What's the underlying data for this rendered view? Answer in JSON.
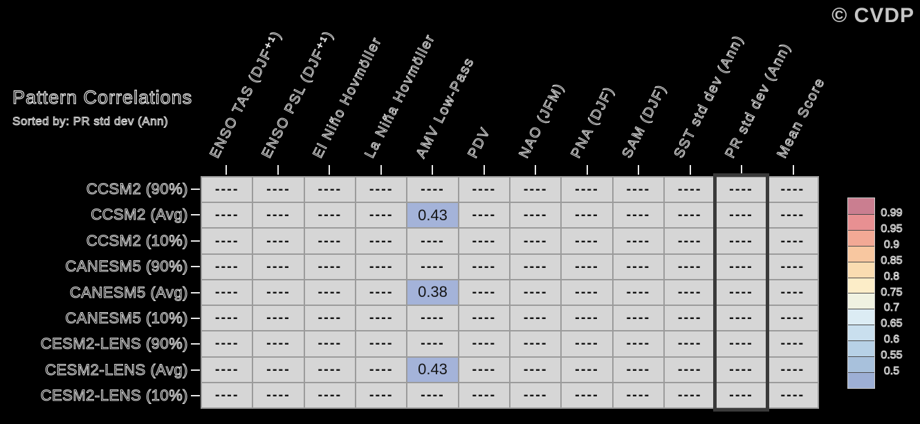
{
  "watermark": "© CVDP",
  "header": {
    "title": "Pattern Correlations",
    "subtitle": "Sorted by: PR std dev (Ann)"
  },
  "chart_data": {
    "type": "heatmap",
    "title": "Pattern Correlations",
    "subtitle": "Sorted by: PR std dev (Ann)",
    "columns": [
      "ENSO TAS (DJF⁺¹)",
      "ENSO PSL (DJF⁺¹)",
      "El Niño Hovmöller",
      "La Niña Hovmöller",
      "AMV Low-Pass",
      "PDV",
      "NAO (JFM)",
      "PNA (DJF)",
      "SAM (DJF)",
      "SST std dev (Ann)",
      "PR std dev (Ann)",
      "Mean Score"
    ],
    "rows": [
      "CCSM2 (90%)",
      "CCSM2 (Avg)",
      "CCSM2 (10%)",
      "CANESM5 (90%)",
      "CANESM5 (Avg)",
      "CANESM5 (10%)",
      "CESM2-LENS (90%)",
      "CESM2-LENS (Avg)",
      "CESM2-LENS (10%)"
    ],
    "missing_text": "----",
    "values": [
      [
        null,
        null,
        null,
        null,
        null,
        null,
        null,
        null,
        null,
        null,
        null,
        null
      ],
      [
        null,
        null,
        null,
        null,
        "0.43",
        null,
        null,
        null,
        null,
        null,
        null,
        null
      ],
      [
        null,
        null,
        null,
        null,
        null,
        null,
        null,
        null,
        null,
        null,
        null,
        null
      ],
      [
        null,
        null,
        null,
        null,
        null,
        null,
        null,
        null,
        null,
        null,
        null,
        null
      ],
      [
        null,
        null,
        null,
        null,
        "0.38",
        null,
        null,
        null,
        null,
        null,
        null,
        null
      ],
      [
        null,
        null,
        null,
        null,
        null,
        null,
        null,
        null,
        null,
        null,
        null,
        null
      ],
      [
        null,
        null,
        null,
        null,
        null,
        null,
        null,
        null,
        null,
        null,
        null,
        null
      ],
      [
        null,
        null,
        null,
        null,
        "0.43",
        null,
        null,
        null,
        null,
        null,
        null,
        null
      ],
      [
        null,
        null,
        null,
        null,
        null,
        null,
        null,
        null,
        null,
        null,
        null,
        null
      ]
    ],
    "highlighted_column": "PR std dev (Ann)",
    "highlighted_column_index": 10,
    "cell_color_default": "#d6d6d6",
    "value_fill_color": "#a4b3d9",
    "grid_line_color": "#9b9b9b",
    "colorbar": {
      "position": "right",
      "tick_labels": [
        "0.99",
        "0.95",
        "0.9",
        "0.85",
        "0.8",
        "0.75",
        "0.7",
        "0.65",
        "0.6",
        "0.55",
        "0.5"
      ],
      "segment_colors_top_to_bottom": [
        "#ca7e90",
        "#e89092",
        "#f2a995",
        "#f8c7a0",
        "#fadcb1",
        "#fcedc8",
        "#f0f2e1",
        "#dcecf4",
        "#c9dfee",
        "#b7d1e6",
        "#a8c1dc",
        "#9dafd5"
      ]
    }
  }
}
